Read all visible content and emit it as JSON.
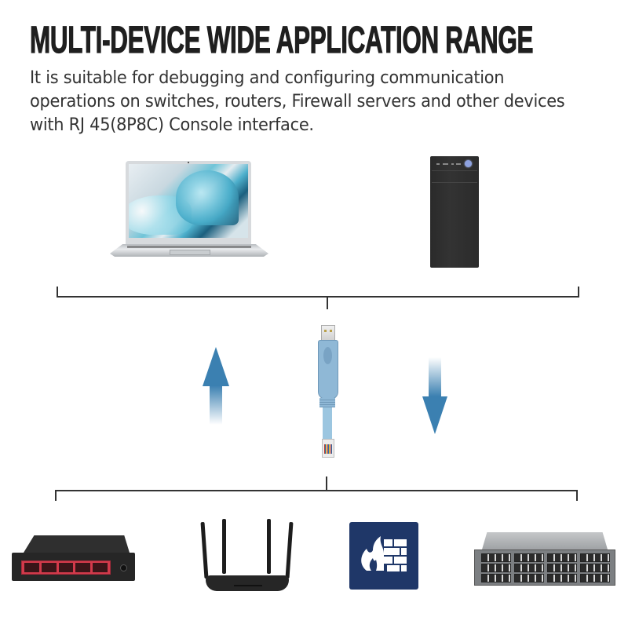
{
  "header": {
    "title": "MULTI-DEVICE WIDE APPLICATION RANGE",
    "description_lines": [
      "It is suitable for debugging and configuring communication",
      "operations on switches, routers, Firewall servers and other devices",
      "with RJ 45(8P8C) Console interface."
    ]
  },
  "top_devices": [
    {
      "name": "laptop",
      "icon": "laptop-icon"
    },
    {
      "name": "desktop-tower",
      "icon": "desktop-tower-icon"
    }
  ],
  "middle": {
    "cable": {
      "name": "USB to RJ45 console cable",
      "icon": "console-cable-icon"
    },
    "arrows": [
      {
        "direction": "up",
        "icon": "arrow-up-icon"
      },
      {
        "direction": "down",
        "icon": "arrow-down-icon"
      }
    ]
  },
  "bottom_devices": [
    {
      "name": "switch",
      "icon": "network-switch-icon"
    },
    {
      "name": "router",
      "icon": "wifi-router-icon"
    },
    {
      "name": "firewall",
      "icon": "firewall-icon"
    },
    {
      "name": "rack-server",
      "icon": "rack-server-icon"
    }
  ],
  "colors": {
    "arrow_blue": "#3b80b1",
    "firewall_navy": "#1f3768",
    "cable_blue": "#8fb8d6",
    "switch_port_red": "#d23a4b",
    "text_dark": "#1f1f1f"
  }
}
